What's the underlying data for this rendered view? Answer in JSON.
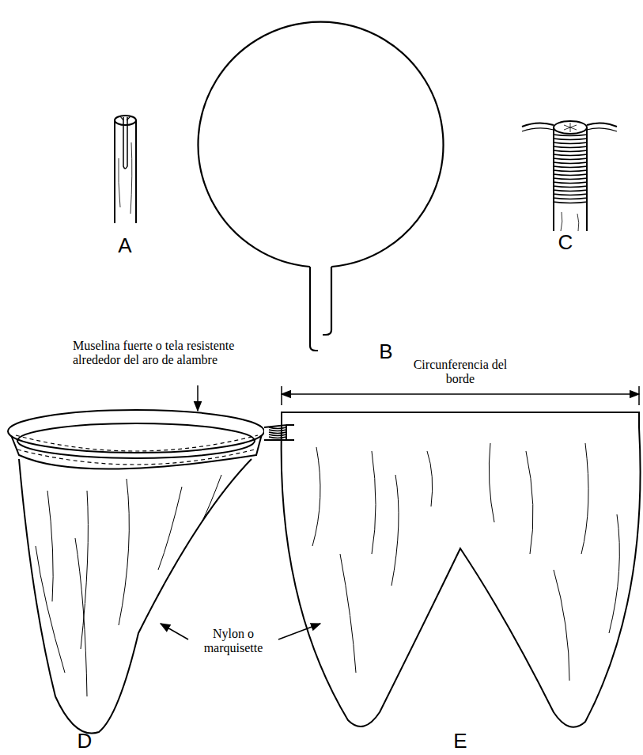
{
  "diagram": {
    "labels": [
      "A",
      "B",
      "C",
      "Muselina fuerte o tela resistente alrededor del aro de alambre",
      "Circunferencia del borde",
      "D",
      "E",
      "Nylon o marquisette"
    ]
  }
}
